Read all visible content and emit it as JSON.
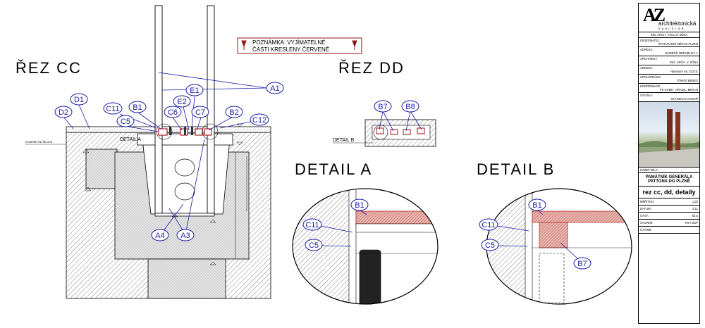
{
  "section_titles": {
    "rez_cc": "ŘEZ CC",
    "rez_dd": "ŘEZ DD",
    "detail_a": "DETAIL  A",
    "detail_b": "DETAIL  B"
  },
  "note": {
    "line1": "POZNÁMKA: VYJÍMATELNÉ",
    "line2": "ČÁSTI KRESLENY ČERVENĚ"
  },
  "callouts_cc": [
    "A1",
    "D1",
    "D2",
    "C11",
    "C5",
    "B1",
    "C6",
    "E2",
    "E1",
    "C7",
    "B2",
    "C12",
    "A4",
    "A3"
  ],
  "callouts_dd": [
    "B7",
    "B8"
  ],
  "callouts_detail_a": [
    "B1",
    "C11",
    "C5"
  ],
  "callouts_detail_b": [
    "B1",
    "C11",
    "C5",
    "B7"
  ],
  "drawing_labels": {
    "detail_a_ref": "DETAIL A",
    "detail_b_ref": "DETAIL B",
    "fill_label": "KOMPAKTNÍ ŠKOVÁ"
  },
  "title_block": {
    "logo_mark": "AZ",
    "firm": "architektonická",
    "firm_sub": "KANCELÁŘ",
    "architect_head": "ING. ARCH. VÁCLAV ZŮNA",
    "rows": [
      {
        "label": "OBJEDNATEL:",
        "value": "STATUTÁRNÍ MĚSTO PLZEŇ"
      },
      {
        "label": "ADRESA:",
        "value": "NÁMĚSTÍ REPUBLIKY 1"
      },
      {
        "label": "ARCHITEKT:",
        "value": "ING. ARCH. V. ZŮNA"
      },
      {
        "label": "ADRESA:",
        "value": "Hamoutní 45, 312 01"
      },
      {
        "label": "SPOLUPRÁCE:",
        "value": "TOMÁŠ BENEŠ"
      },
      {
        "label": "KOORDINACE:",
        "value": "PK CHEB - HRAD/L. BERAN"
      },
      {
        "label": "STATIKA:",
        "value": "STANISLAV KOSAŘ"
      }
    ],
    "name_label": "NÁZEV DÍLA:",
    "project_name_1": "PAMÁTNÍK GENERÁLA",
    "project_name_2": "PATTONA DO PLZNĚ",
    "drawing_name": "rez cc, dd, detaily",
    "meta": [
      {
        "label": "MĚŘÍTKO:",
        "value": "1:20"
      },
      {
        "label": "DATUM:",
        "value": "4.11"
      },
      {
        "label": "ČÁST:",
        "value": "02.6"
      },
      {
        "label": "STUPEŇ:",
        "value": "RS / DSP"
      },
      {
        "label": "Č.PARÉ:",
        "value": ""
      }
    ]
  },
  "colors": {
    "callout": "#1a1aa8",
    "removable": "#b02020",
    "hatch": "#555555"
  }
}
